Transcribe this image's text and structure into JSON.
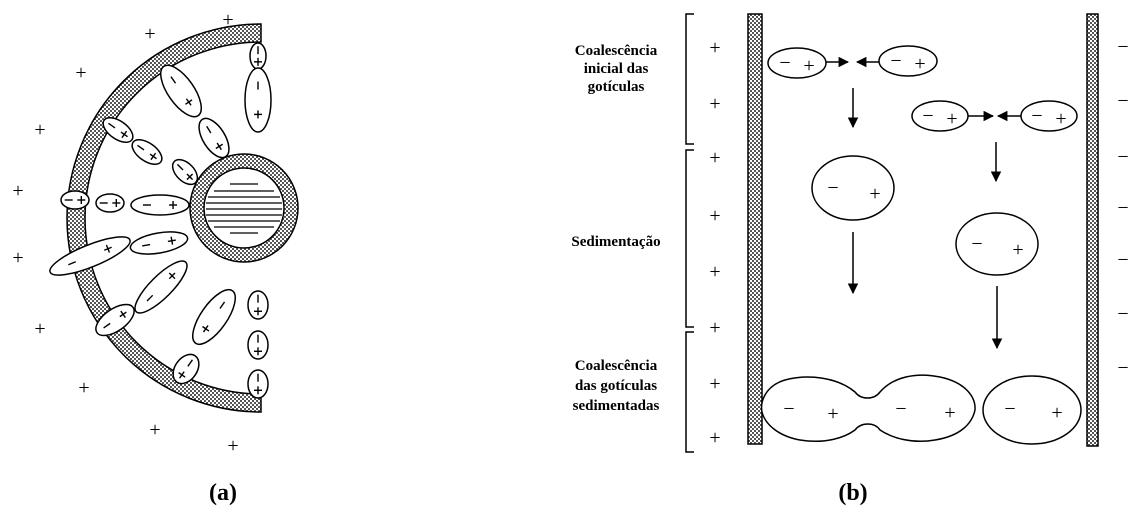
{
  "symbols": {
    "plus": "+",
    "minus": "−"
  },
  "panel_a": {
    "caption": "(a)"
  },
  "panel_b": {
    "caption": "(b)",
    "stage_initial": [
      "Coalescência",
      "inicial das",
      "gotículas"
    ],
    "stage_sedimentation": [
      "Sedimentação"
    ],
    "stage_settled": [
      "Coalescência",
      "das gotículas",
      "sedimentadas"
    ]
  }
}
